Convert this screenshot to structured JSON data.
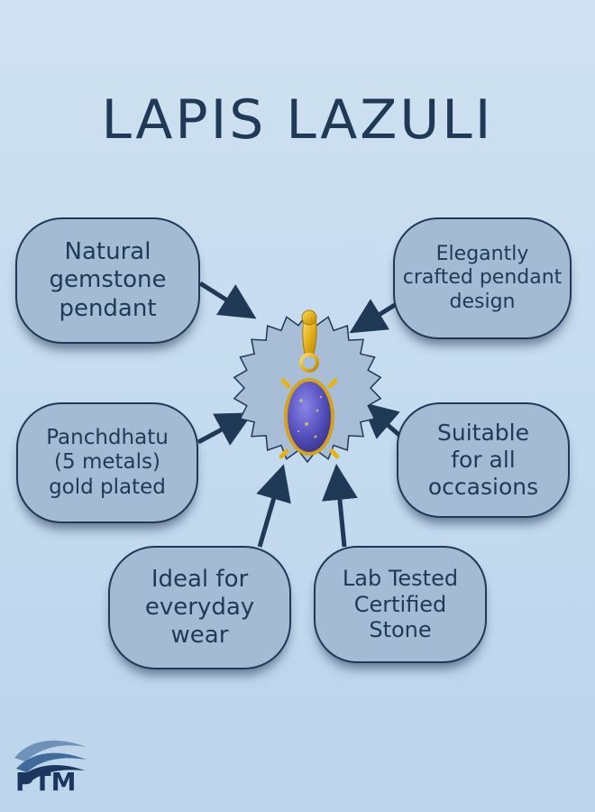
{
  "title": "LAPIS LAZULI",
  "features": {
    "natural": [
      "Natural",
      "gemstone",
      "pendant"
    ],
    "elegant": [
      "Elegantly",
      "crafted pendant",
      "design"
    ],
    "panchdhatu": [
      "Panchdhatu",
      "(5 metals)",
      "gold plated"
    ],
    "suitable": [
      "Suitable",
      "for all",
      "occasions"
    ],
    "everyday": [
      "Ideal for",
      "everyday",
      "wear"
    ],
    "lab": [
      "Lab Tested",
      "Certified",
      "Stone"
    ]
  },
  "brand": {
    "name": "PTM"
  },
  "colors": {
    "ink": "#1f3957",
    "pill_fill": "#a3bcd4",
    "badge_fill": "#a7bed6",
    "gold": "#e4b21a",
    "lapis": "#5a55c2"
  }
}
